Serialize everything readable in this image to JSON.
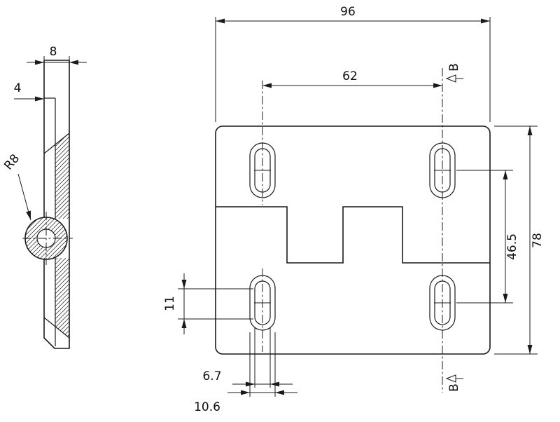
{
  "page": {
    "background": "#ffffff",
    "line_color": "#1a1a1a"
  },
  "views": {
    "side_view": {
      "dims": {
        "thickness": "8",
        "wall": "4",
        "radius": "R8"
      }
    },
    "front_view": {
      "dims": {
        "overall_width": "96",
        "slot_centers_h": "62",
        "overall_height": "78",
        "slot_centers_v": "46.5",
        "slot_length": "11",
        "slot_inner_width": "6.7",
        "slot_outer_width": "10.6"
      },
      "section_label": "B"
    }
  }
}
